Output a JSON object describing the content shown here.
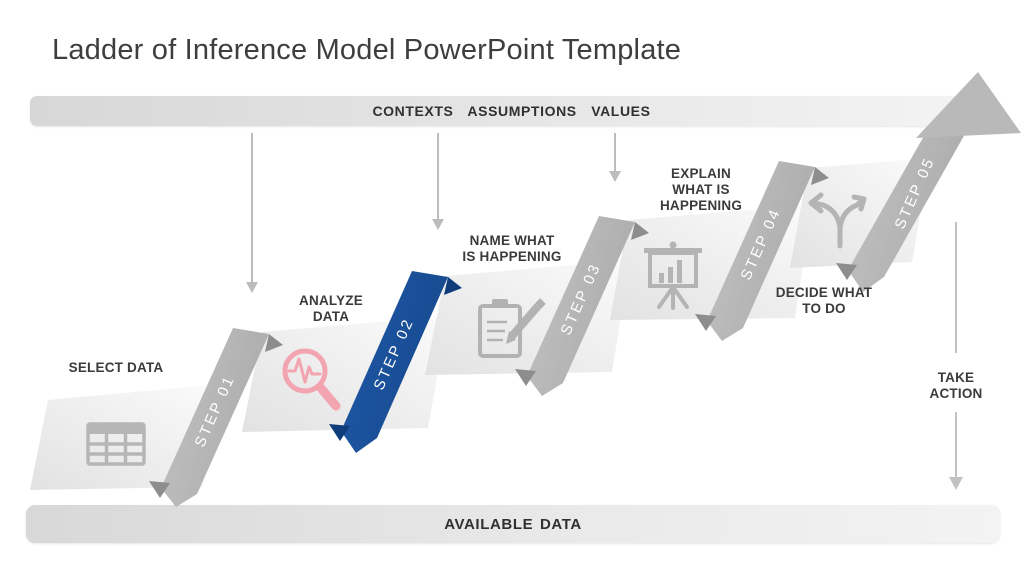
{
  "slide": {
    "title": "Ladder of Inference Model PowerPoint Template",
    "top_bar_label": "CONTEXTS ASSUMPTIONS VALUES",
    "bottom_bar_label": "AVAILABLE DATA",
    "take_action": {
      "label": "TAKE ACTION",
      "label_lines": [
        "TAKE",
        "ACTION"
      ]
    }
  },
  "steps": [
    {
      "ribbon": "STEP 01",
      "label": "SELECT DATA",
      "label_lines": [
        "SELECT DATA"
      ],
      "icon": "data-table-icon",
      "ribbon_color": "#b6b6b6",
      "highlighted": false
    },
    {
      "ribbon": "STEP 02",
      "label": "ANALYZE DATA",
      "label_lines": [
        "ANALYZE",
        "DATA"
      ],
      "icon": "magnifier-pulse-icon",
      "ribbon_color": "#1c55a0",
      "highlighted": true
    },
    {
      "ribbon": "STEP 03",
      "label": "NAME WHAT IS HAPPENING",
      "label_lines": [
        "NAME WHAT",
        "IS HAPPENING"
      ],
      "icon": "clipboard-pencil-icon",
      "ribbon_color": "#b6b6b6",
      "highlighted": false
    },
    {
      "ribbon": "STEP 04",
      "label": "EXPLAIN WHAT IS HAPPENING",
      "label_lines": [
        "EXPLAIN",
        "WHAT IS",
        "HAPPENING"
      ],
      "icon": "presentation-chart-icon",
      "ribbon_color": "#b6b6b6",
      "highlighted": false
    },
    {
      "ribbon": "STEP 05",
      "label": "DECIDE WHAT TO DO",
      "label_lines": [
        "DECIDE WHAT",
        "TO DO"
      ],
      "icon": "branching-arrows-icon",
      "ribbon_color": "#b6b6b6",
      "highlighted": false
    }
  ],
  "colors": {
    "accent_blue": "#1c55a0",
    "accent_blue_dark": "#0f3d7c",
    "ribbon_gray": "#b6b6b6",
    "fold_gray": "#8d8d8d",
    "tread_gray": "#e9e9e9",
    "icon_gray": "#b2b2b2",
    "icon_pink": "#f2a4b0",
    "text_dark": "#3b3b3b"
  }
}
